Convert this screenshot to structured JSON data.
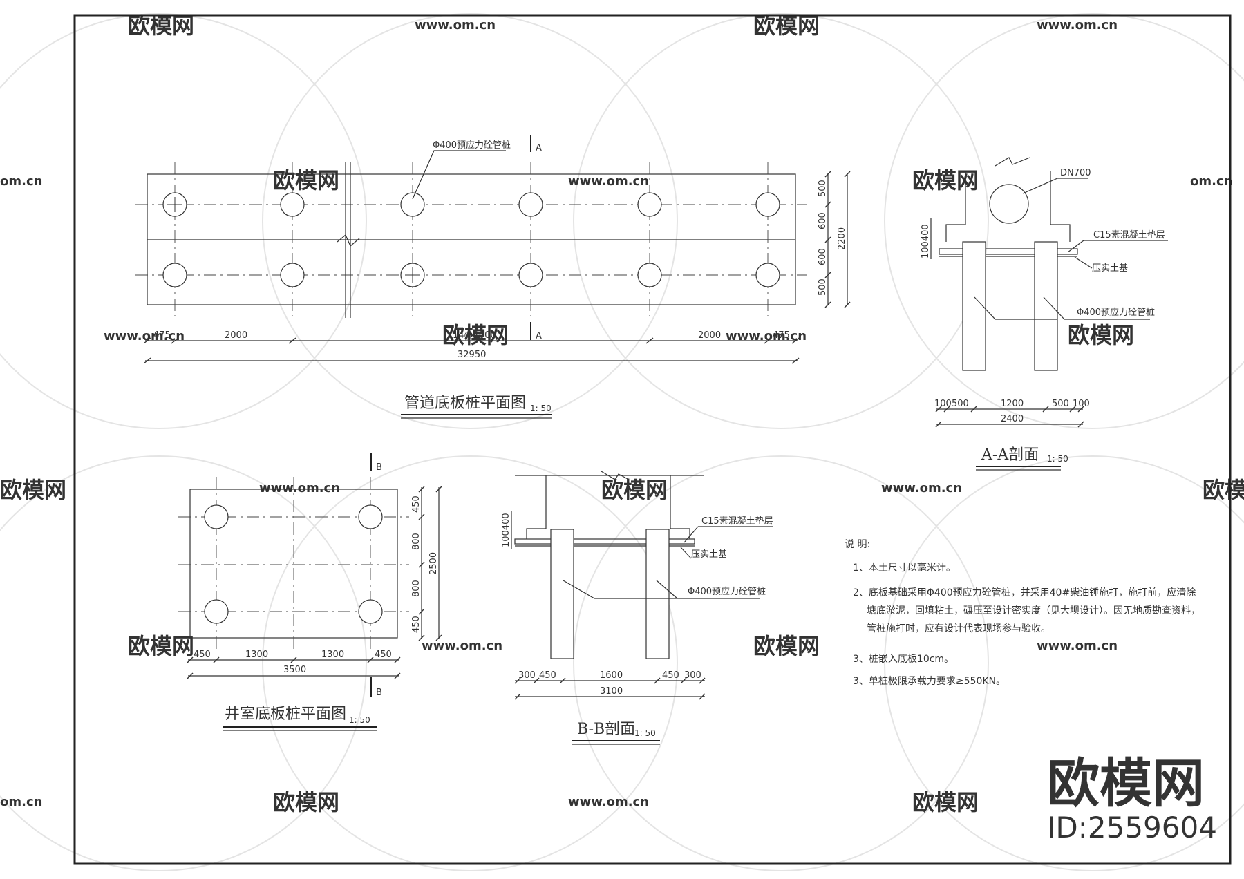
{
  "watermark": {
    "brand": "欧模网",
    "site": "www.om.cn",
    "site_short": "om.cn",
    "big_brand": "欧模网",
    "id_label": "ID:2559604"
  },
  "plan_pipe": {
    "title": "管道底板桩平面图",
    "scale": "1: 50",
    "pile_label": "Φ400预应力砼管桩",
    "section_mark": "A",
    "dims_bottom": [
      "475",
      "2000",
      "14@2000",
      "2000",
      "475"
    ],
    "dim_total": "32950",
    "dims_right": [
      "500",
      "600",
      "600",
      "500"
    ],
    "dim_right_total": "2200"
  },
  "section_a": {
    "title": "A-A剖面",
    "scale": "1: 50",
    "pipe_label": "DN700",
    "cushion_label": "C15素混凝土垫层",
    "soil_label": "压实土基",
    "pile_label": "Φ400预应力砼管桩",
    "side_dims": "100400",
    "dims_bottom": [
      "100",
      "500",
      "1200",
      "500",
      "100"
    ],
    "dim_total": "2400"
  },
  "plan_well": {
    "title": "井室底板桩平面图",
    "scale": "1: 50",
    "section_mark": "B",
    "dims_bottom": [
      "450",
      "1300",
      "1300",
      "450"
    ],
    "dim_total": "3500",
    "dims_right": [
      "450",
      "800",
      "800",
      "450"
    ],
    "dim_right_total": "2500"
  },
  "section_b": {
    "title": "B-B剖面",
    "scale": "1: 50",
    "cushion_label": "C15素混凝土垫层",
    "soil_label": "压实土基",
    "pile_label": "Φ400预应力砼管桩",
    "side_dims": "100400",
    "dims_bottom": [
      "300",
      "450",
      "1600",
      "450",
      "300"
    ],
    "dim_total": "3100"
  },
  "notes": {
    "heading": "说 明:",
    "items": [
      "1、本土尺寸以毫米计。",
      "2、底板基础采用Φ400预应力砼管桩，并采用40#柴油锤施打，施打前，应清除",
      "塘底淤泥，回填粘土，碾压至设计密实度（见大坝设计）。因无地质勘查资料，",
      "管桩施打时，应有设计代表现场参与验收。",
      "3、桩嵌入底板10cm。",
      "3、单桩极限承载力要求≥550KN。"
    ]
  }
}
